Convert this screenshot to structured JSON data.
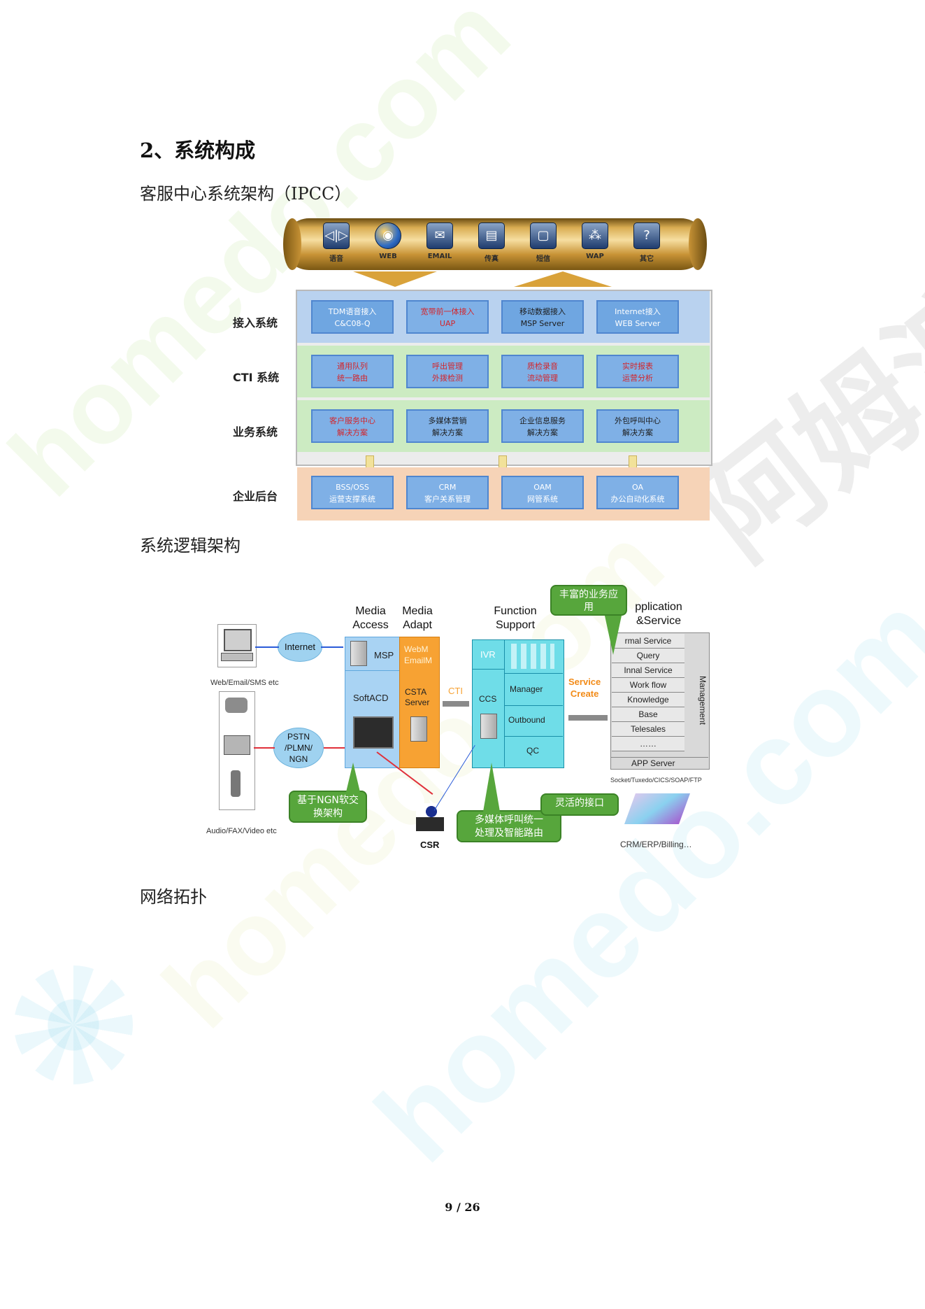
{
  "heading": "2、系统构成",
  "section1_label": "客服中心系统架构（IPCC）",
  "section2_label": "系统逻辑架构",
  "section3_label": "网络拓扑",
  "page_number": "9 / 26",
  "watermarks": [
    "homedo.com",
    "阿姆渡"
  ],
  "fig1": {
    "channels": [
      {
        "icon": "voice-icon",
        "glyph": "◁|▷",
        "label": "语音"
      },
      {
        "icon": "web-globe-icon",
        "glyph": "◉",
        "label": "WEB"
      },
      {
        "icon": "email-icon",
        "glyph": "✉",
        "label": "EMAIL"
      },
      {
        "icon": "fax-icon",
        "glyph": "▤",
        "label": "传真"
      },
      {
        "icon": "sms-icon",
        "glyph": "▢",
        "label": "短信"
      },
      {
        "icon": "wap-icon",
        "glyph": "⁂",
        "label": "WAP"
      },
      {
        "icon": "other-icon",
        "glyph": "?",
        "label": "其它"
      }
    ],
    "rows": [
      {
        "label": "接入系统",
        "color": "blue",
        "cells": [
          [
            "TDM语音接入",
            "C&C08-Q"
          ],
          [
            "宽带前一体接入",
            "UAP"
          ],
          [
            "移动数据接入",
            "MSP Server"
          ],
          [
            "Internet接入",
            "WEB Server"
          ]
        ]
      },
      {
        "label": "CTI 系统",
        "color": "green",
        "cells": [
          [
            "通用队列",
            "统一路由"
          ],
          [
            "呼出管理",
            "外拨检测"
          ],
          [
            "质检录音",
            "流动管理"
          ],
          [
            "实时报表",
            "运营分析"
          ]
        ]
      },
      {
        "label": "业务系统",
        "color": "green",
        "cells": [
          [
            "客户服务中心",
            "解决方案"
          ],
          [
            "多媒体营销",
            "解决方案"
          ],
          [
            "企业信息服务",
            "解决方案"
          ],
          [
            "外包呼叫中心",
            "解决方案"
          ]
        ]
      },
      {
        "label": "企业后台",
        "color": "peach",
        "cells": [
          [
            "BSS/OSS",
            "运营支撑系统"
          ],
          [
            "CRM",
            "客户关系管理"
          ],
          [
            "OAM",
            "网管系统"
          ],
          [
            "OA",
            "办公自动化系统"
          ]
        ]
      }
    ]
  },
  "fig2": {
    "media_access": [
      "Media",
      "Access"
    ],
    "media_adapt": [
      "Media",
      "Adapt"
    ],
    "function_support": [
      "Function",
      "Support"
    ],
    "application_service": [
      "pplication",
      "&Service"
    ],
    "internet": "Internet",
    "web_email_sms": "Web/Email/SMS etc",
    "pstn": [
      "PSTN",
      "/PLMN/",
      "NGN"
    ],
    "audio_fax_video": "Audio/FAX/Video etc",
    "msp": "MSP",
    "softacd": "SoftACD",
    "webm": "WebM",
    "emailm": "EmailM",
    "csta": [
      "CSTA",
      "Server"
    ],
    "cti": "CTI",
    "ivr": "IVR",
    "ccs": "CCS",
    "manager": "Manager",
    "outbound": "Outbound",
    "qc": "QC",
    "service_create": [
      "Service",
      "Create"
    ],
    "app_items": [
      "rmal Service",
      "Query",
      "Innal Service",
      "Work flow",
      "Knowledge",
      "Base",
      "Telesales",
      "……"
    ],
    "management": "Management",
    "app_server": "APP Server",
    "socket_line": "Socket/Tuxedo/CICS/SOAP/FTP",
    "crm_erp": "CRM/ERP/Billing…",
    "csr": "CSR",
    "callout_rich": [
      "丰富的业务应",
      "用"
    ],
    "callout_ngn": [
      "基于NGN软交",
      "换架构"
    ],
    "callout_multimedia": [
      "多媒体呼叫统一",
      "处理及智能路由"
    ],
    "callout_flexible": "灵活的接口"
  }
}
